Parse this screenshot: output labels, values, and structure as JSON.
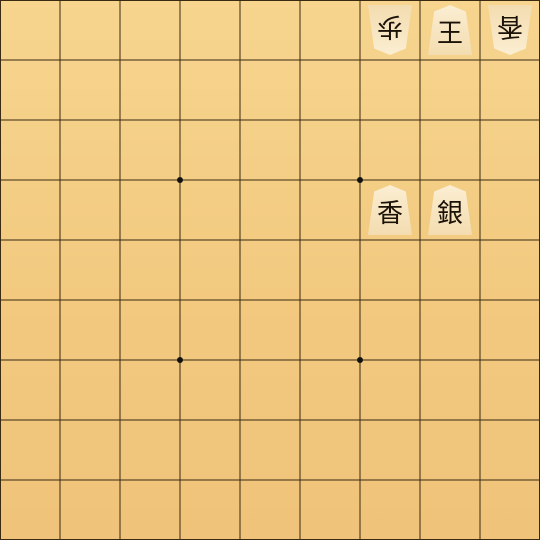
{
  "board": {
    "files": 9,
    "ranks": 9,
    "colors": {
      "board": "#f2c97f",
      "line": "#3a2a12",
      "piece_face": "#f8e6c0",
      "ink": "#1b1208"
    },
    "hoshi": [
      [
        3,
        3
      ],
      [
        6,
        3
      ],
      [
        3,
        6
      ],
      [
        6,
        6
      ]
    ],
    "pieces": [
      {
        "id": "fu-gote",
        "glyph": "歩",
        "col": 6,
        "row": 0,
        "owner": "gote"
      },
      {
        "id": "ou-sente",
        "glyph": "王",
        "col": 7,
        "row": 0,
        "owner": "sente"
      },
      {
        "id": "kyo-gote",
        "glyph": "香",
        "col": 8,
        "row": 0,
        "owner": "gote"
      },
      {
        "id": "kyo-sente",
        "glyph": "香",
        "col": 6,
        "row": 3,
        "owner": "sente"
      },
      {
        "id": "gin-sente",
        "glyph": "銀",
        "col": 7,
        "row": 3,
        "owner": "sente"
      }
    ]
  }
}
